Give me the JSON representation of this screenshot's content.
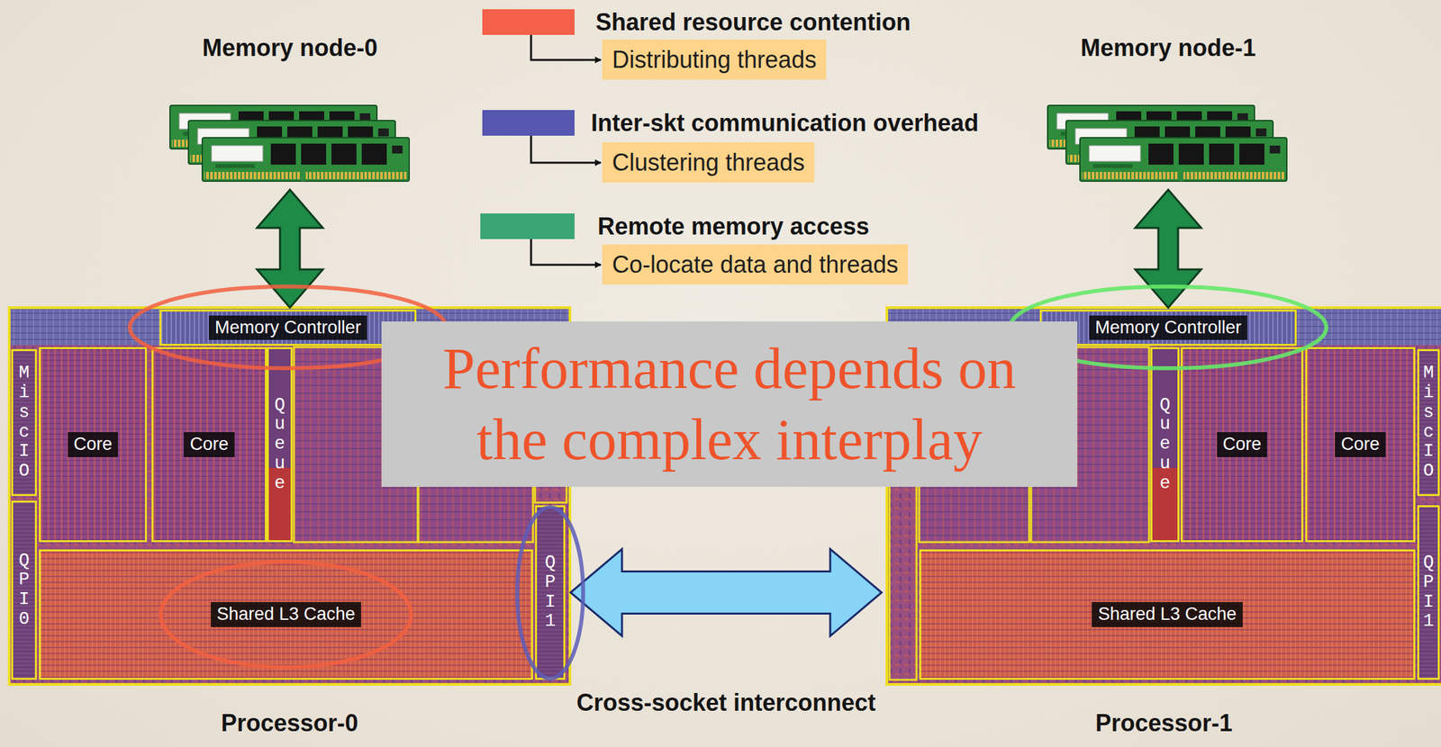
{
  "diagram": {
    "nodes": [
      {
        "text": [
          "Memory node-0"
        ]
      },
      {
        "text": [
          "Distributing threads"
        ]
      },
      {
        "text": [
          "Clustering threads"
        ]
      },
      {
        "text": [
          "Co-locate data and threads"
        ]
      },
      {
        "text": [
          "Memory node-1"
        ]
      },
      {
        "text": [
          "Processor-0"
        ]
      },
      {
        "text": [
          "Memory Controller"
        ],
        "in": 5
      },
      {
        "text": [
          "Misc IO"
        ],
        "in": 5
      },
      {
        "text": [
          "Core"
        ],
        "in": 5
      },
      {
        "text": [
          "Core"
        ],
        "in": 5
      },
      {
        "text": [
          "Queue"
        ],
        "in": 5
      },
      {
        "text": [
          "QPI 0"
        ],
        "in": 5
      },
      {
        "text": [
          "Shared L3 Cache"
        ],
        "in": 5
      },
      {
        "text": [
          "QPI 1"
        ],
        "in": 5
      },
      {
        "text": [
          "Processor-1"
        ]
      },
      {
        "text": [
          "Memory Controller"
        ],
        "in": 14
      },
      {
        "text": [
          "Queue"
        ],
        "in": 14
      },
      {
        "text": [
          "Core"
        ],
        "in": 14
      },
      {
        "text": [
          "Core"
        ],
        "in": 14
      },
      {
        "text": [
          "Misc IO"
        ],
        "in": 14
      },
      {
        "text": [
          "Shared L3 Cache"
        ],
        "in": 14
      },
      {
        "text": [
          "QPI 1"
        ],
        "in": 14
      },
      {
        "text": [
          "Performance depends on the complex interplay"
        ]
      }
    ],
    "edges": [
      {
        "from": 0,
        "to": 6,
        "arrow": "both"
      },
      {
        "from": 4,
        "to": 15,
        "arrow": "both"
      },
      {
        "from": 13,
        "to": 14,
        "arrow": "both",
        "label": "Cross-socket interconnect"
      }
    ],
    "legend": [
      {
        "text": "Shared resource contention",
        "color": "#f4604a"
      },
      {
        "text": "Inter-skt communication overhead",
        "color": "#5557b0"
      },
      {
        "text": "Remote memory access",
        "color": "#3aa676"
      }
    ]
  }
}
